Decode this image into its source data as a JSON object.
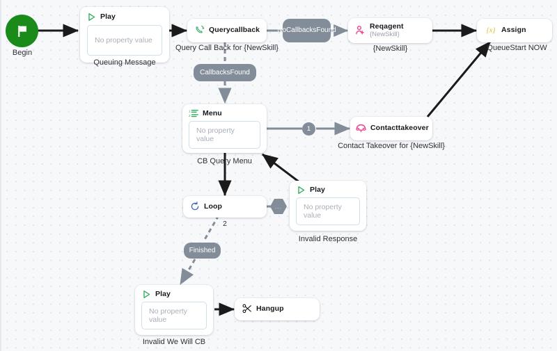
{
  "canvas": {
    "background_color": "#f7f8fa",
    "grid_dot_color": "#dfe2e6",
    "edge_dark_color": "#1a1a1a",
    "edge_gray_color": "#838d99",
    "badge_color": "#838d99"
  },
  "start": {
    "icon": "flag-icon",
    "caption": "Begin",
    "color": "#1a8a18"
  },
  "nodes": [
    {
      "id": "queuing-message",
      "title": "Play",
      "icon": "play-triangle-icon",
      "icon_color": "#2bab5d",
      "property_value": "No property value",
      "caption": "Queuing Message"
    },
    {
      "id": "querycallback",
      "title": "Querycallback",
      "icon": "phone-callback-icon",
      "icon_color": "#2bab5d",
      "caption": "Query Call Back for {NewSkill}"
    },
    {
      "id": "reqagent",
      "title": "Reqagent",
      "subtitle": "{NewSkill}",
      "icon": "person-plus-icon",
      "icon_color": "#ef3f8f",
      "caption": "{NewSkill}"
    },
    {
      "id": "assign",
      "title": "Assign",
      "icon": "variable-x-icon",
      "icon_color": "#d6c026",
      "caption": "QueueStart NOW"
    },
    {
      "id": "cb-query-menu",
      "title": "Menu",
      "icon": "numbered-list-icon",
      "icon_color": "#2bab5d",
      "property_value": "No property value",
      "caption": "CB Query Menu"
    },
    {
      "id": "contacttakeover",
      "title": "Contacttakeover",
      "icon": "telephone-icon",
      "icon_color": "#ef3f8f",
      "caption": "Contact Takeover for {NewSkill}"
    },
    {
      "id": "loop",
      "title": "Loop",
      "icon": "loop-refresh-icon",
      "icon_color": "#3a6fb0",
      "caption": ""
    },
    {
      "id": "invalid-response",
      "title": "Play",
      "icon": "play-triangle-icon",
      "icon_color": "#2bab5d",
      "property_value": "No property value",
      "caption": "Invalid Response"
    },
    {
      "id": "invalid-we-will-cb",
      "title": "Play",
      "icon": "play-triangle-icon",
      "icon_color": "#2bab5d",
      "property_value": "No property value",
      "caption": "Invalid We Will CB"
    },
    {
      "id": "hangup",
      "title": "Hangup",
      "icon": "scissors-cut-icon",
      "icon_color": "#17181c",
      "caption": ""
    }
  ],
  "edge_labels": {
    "no_callbacks_found": "NoCallbacksFound",
    "callbacks_found": "CallbacksFound",
    "menu_option_one": "1",
    "loop_dots": "...",
    "loop_count": "2",
    "finished": "Finished"
  }
}
